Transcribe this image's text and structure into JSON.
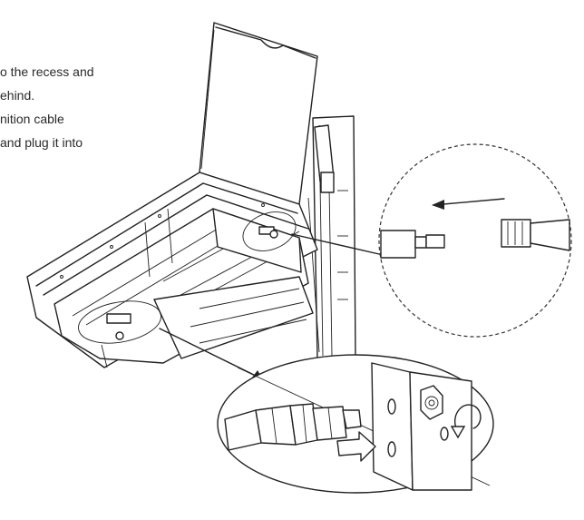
{
  "instructions": {
    "lines": [
      "o the recess and",
      "ehind.",
      "nition cable",
      "and plug it into"
    ]
  },
  "colors": {
    "line": "#222222",
    "text": "#2a2a2a",
    "background": "#ffffff"
  },
  "icons": {
    "insert_arrow": "right-arrow-outline",
    "rotate_arrow": "counterclockwise-arrow"
  }
}
